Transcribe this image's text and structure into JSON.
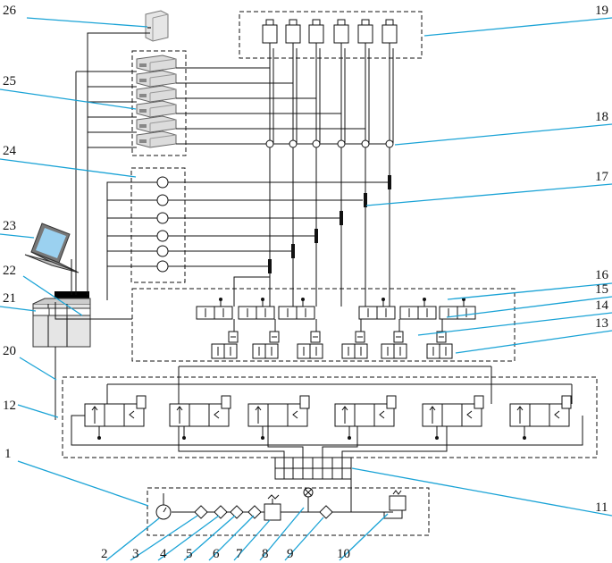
{
  "colors": {
    "leader": "#1aa3d6",
    "line": "#111111",
    "device": "#d9d9d9"
  },
  "icons": [
    "server-icon",
    "rack-server-icon",
    "laptop-icon",
    "controller-icon",
    "valve-icon",
    "cylinder-icon",
    "sensor-icon",
    "pressure-gauge-icon",
    "filter-icon",
    "pressure-regulator-icon"
  ],
  "labels": {
    "l1": "1",
    "l2": "2",
    "l3": "3",
    "l4": "4",
    "l5": "5",
    "l6": "6",
    "l7": "7",
    "l8": "8",
    "l9": "9",
    "l10": "10",
    "l11": "11",
    "l12": "12",
    "l13": "13",
    "l14": "14",
    "l15": "15",
    "l16": "16",
    "l17": "17",
    "l18": "18",
    "l19": "19",
    "l20": "20",
    "l21": "21",
    "l22": "22",
    "l23": "23",
    "l24": "24",
    "l25": "25",
    "l26": "26"
  }
}
